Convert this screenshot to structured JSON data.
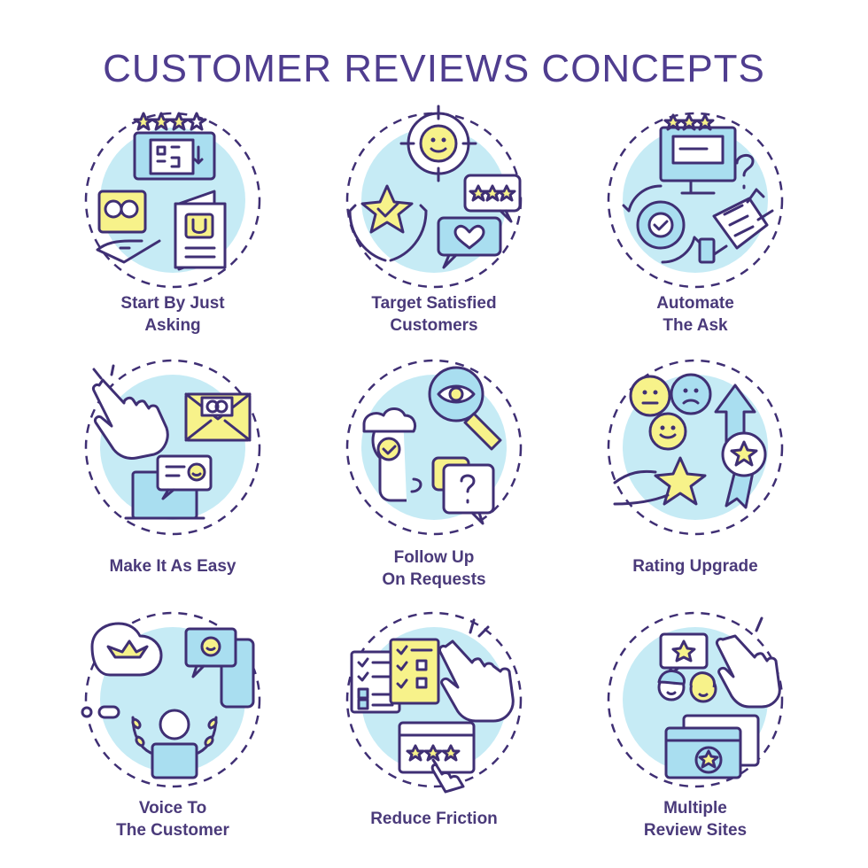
{
  "title": "CUSTOMER REVIEWS CONCEPTS",
  "colors": {
    "title": "#4f3d8f",
    "outline": "#3f2f74",
    "yellow": "#f7f28a",
    "blue": "#a9def0",
    "background_circle": "#c6ebf5"
  },
  "concepts": [
    {
      "icon": "qr-code-request-icon",
      "lines": [
        "Start By Just",
        "Asking"
      ]
    },
    {
      "icon": "target-satisfied-customer-icon",
      "lines": [
        "Target Satisfied",
        "Customers"
      ]
    },
    {
      "icon": "automation-robot-icon",
      "lines": [
        "Automate",
        "The Ask"
      ]
    },
    {
      "icon": "email-click-icon",
      "lines": [
        "Make It As Easy"
      ]
    },
    {
      "icon": "follow-up-search-icon",
      "lines": [
        "Follow Up",
        "On Requests"
      ]
    },
    {
      "icon": "rating-upgrade-icon",
      "lines": [
        "Rating Upgrade"
      ]
    },
    {
      "icon": "customer-voice-icon",
      "lines": [
        "Voice To",
        "The Customer"
      ]
    },
    {
      "icon": "checklist-tap-icon",
      "lines": [
        "Reduce Friction"
      ]
    },
    {
      "icon": "review-sites-icon",
      "lines": [
        "Multiple",
        "Review Sites"
      ]
    }
  ]
}
